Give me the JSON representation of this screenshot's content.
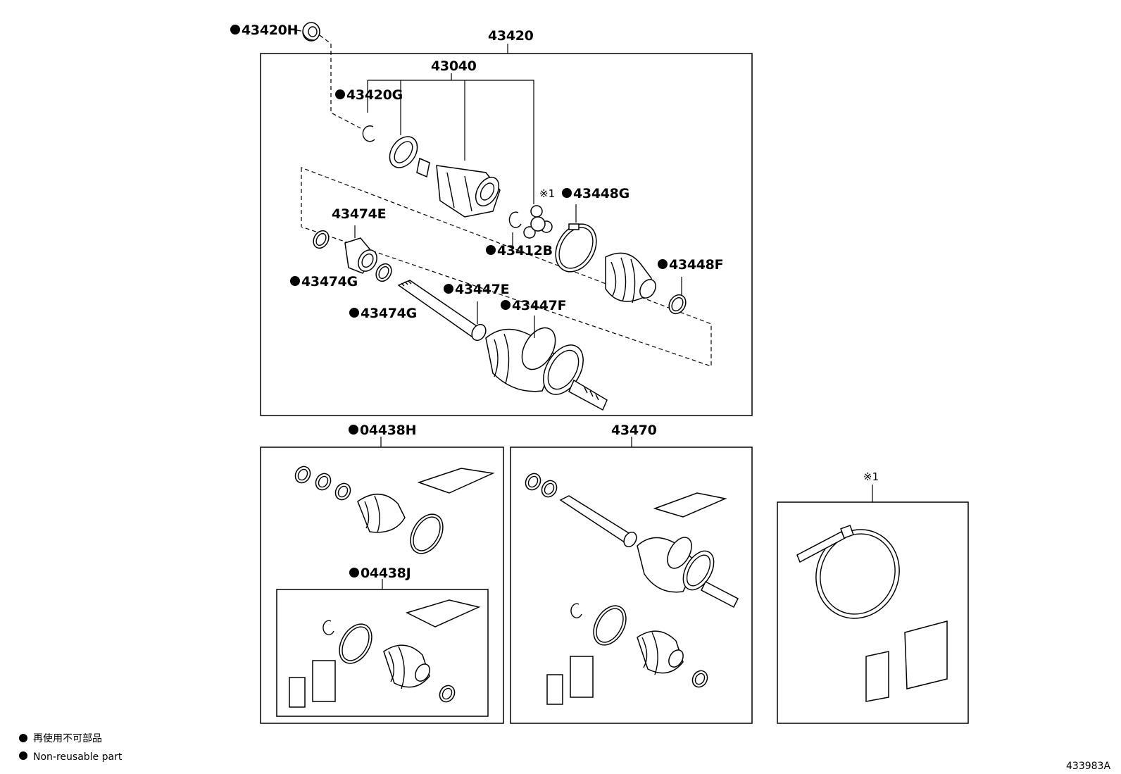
{
  "labels": {
    "p43420H": "43420H",
    "p43420": "43420",
    "p43040": "43040",
    "p43420G": "43420G",
    "note1": "※1",
    "p43448G": "43448G",
    "p43474E": "43474E",
    "p43412B": "43412B",
    "p43448F": "43448F",
    "p43474G_a": "43474G",
    "p43447E": "43447E",
    "p43474G_b": "43474G",
    "p43447F": "43447F",
    "p04438H": "04438H",
    "p43470": "43470",
    "p04438J": "04438J",
    "note1_box": "※1"
  },
  "legend": {
    "jp": "再使用不可部品",
    "en": "Non-reusable part"
  },
  "diagram_id": "433983A"
}
